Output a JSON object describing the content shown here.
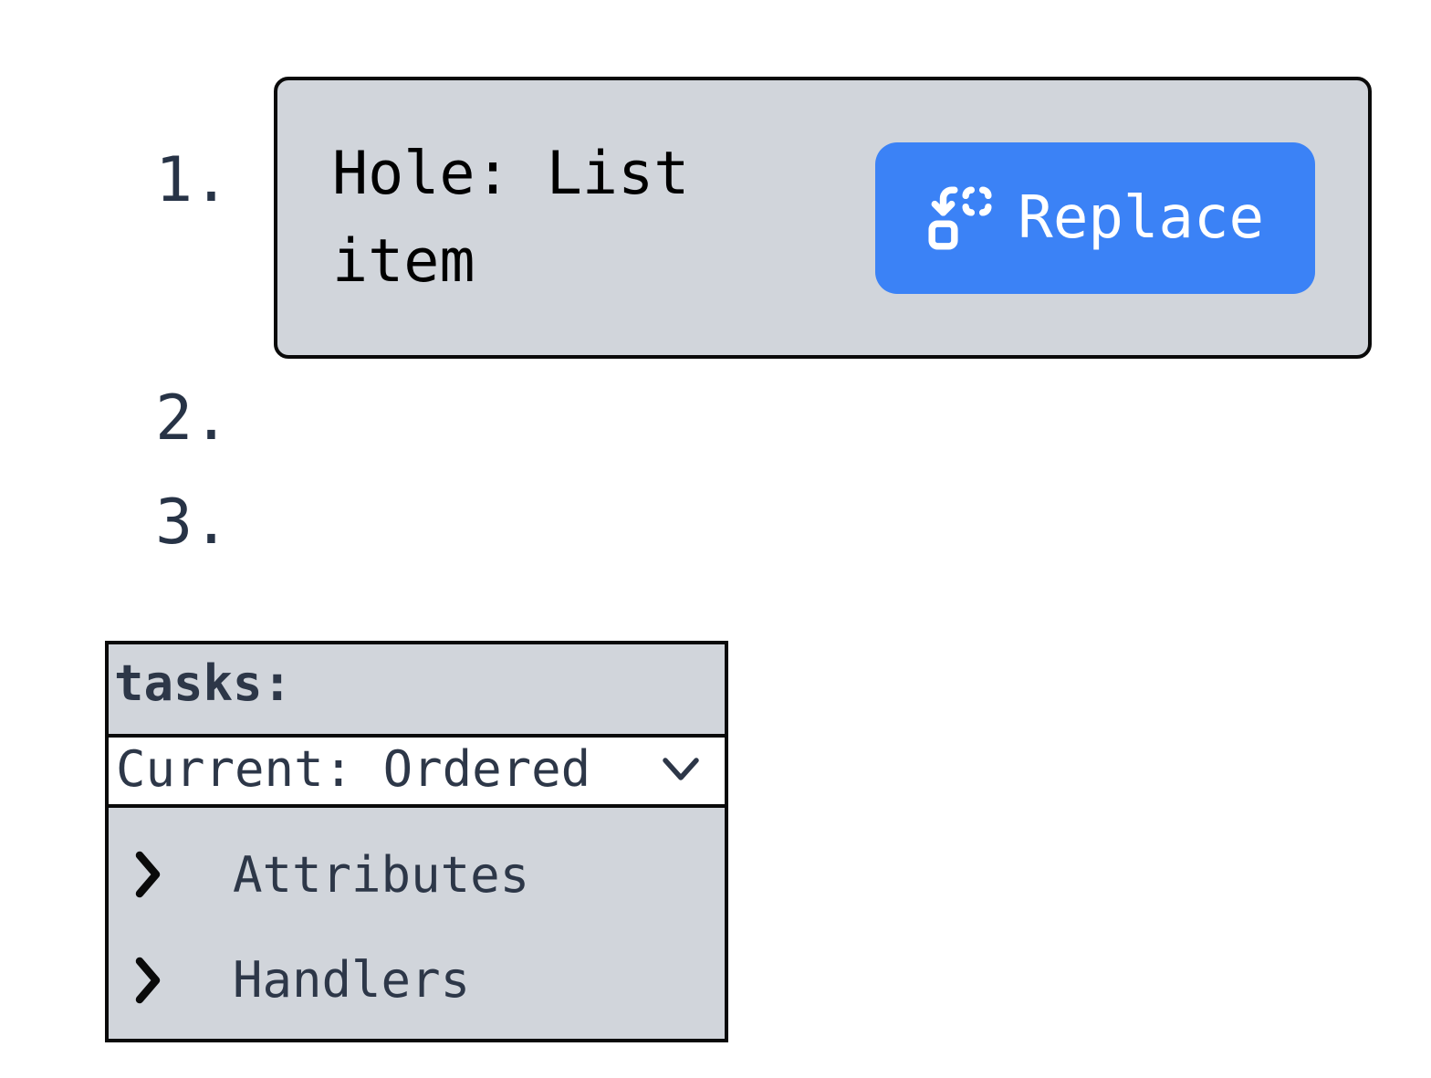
{
  "list": {
    "items": [
      {
        "marker": "1.",
        "hole_label": "Hole: List item",
        "replace_button": {
          "label": "Replace",
          "icon": "replace-icon"
        }
      },
      {
        "marker": "2."
      },
      {
        "marker": "3."
      }
    ]
  },
  "panel": {
    "title": "tasks:",
    "select": {
      "value": "Current: Ordered",
      "icon": "chevron-down-icon"
    },
    "sections": [
      {
        "label": "Attributes",
        "icon": "chevron-right-icon"
      },
      {
        "label": "Handlers",
        "icon": "chevron-right-icon"
      }
    ]
  },
  "colors": {
    "accent_blue": "#3b82f6",
    "surface_gray": "#d1d5db",
    "border_black": "#0a0a0a",
    "text_navy": "#2d3748",
    "text_black": "#000000",
    "button_text": "#ffffff"
  }
}
